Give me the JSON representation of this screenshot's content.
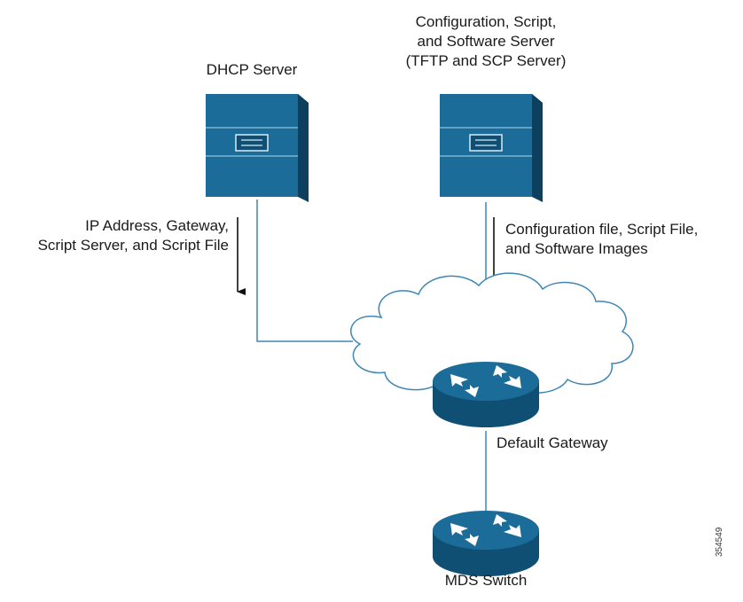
{
  "labels": {
    "dhcp_server": "DHCP Server",
    "config_server": [
      "Configuration, Script,",
      "and Software Server",
      "(TFTP and SCP Server)"
    ],
    "dhcp_flow": [
      "IP Address, Gateway,",
      "Script Server, and Script File"
    ],
    "config_flow": [
      "Configuration file, Script File,",
      "and Software Images"
    ],
    "default_gateway": "Default Gateway",
    "mds_switch": "MDS Switch",
    "figure_id": "354549"
  },
  "icons": {
    "dhcp_server": "server-icon",
    "config_server": "server-icon",
    "cloud": "cloud-icon",
    "default_gateway": "router-icon",
    "mds_switch": "router-icon"
  },
  "colors": {
    "device_blue": "#1b6c99",
    "device_dark": "#0f4f74",
    "device_side": "#0d3f5e",
    "connector": "#3f86b4",
    "arrow": "#111111"
  }
}
